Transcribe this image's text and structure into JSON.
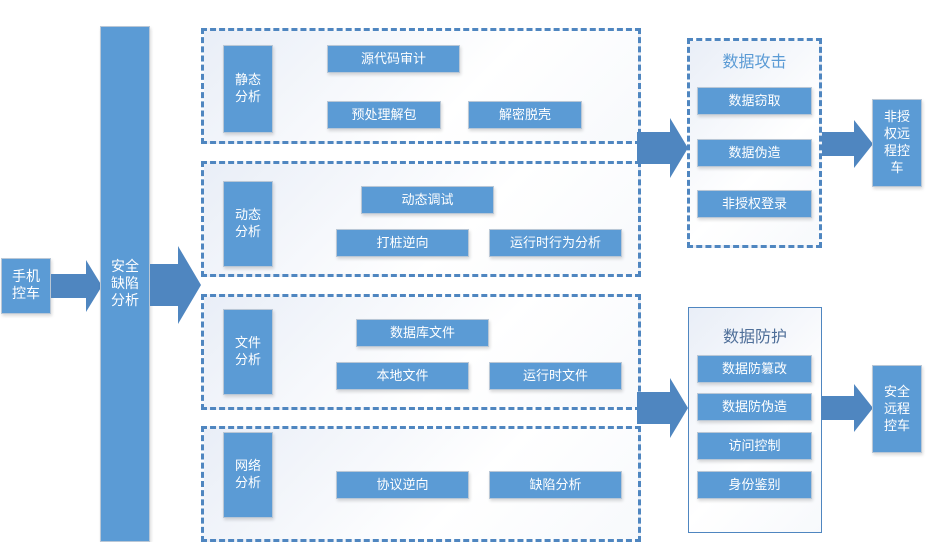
{
  "diagram": {
    "source": {
      "label": "手机\n控车"
    },
    "hub": {
      "label": "安全\n缺陷\n分析"
    },
    "analysis_groups": [
      {
        "category": "静态\n分析",
        "items": [
          "源代码审计",
          "预处理解包",
          "解密脱壳"
        ]
      },
      {
        "category": "动态\n分析",
        "items": [
          "动态调试",
          "打桩逆向",
          "运行时行为分析"
        ]
      },
      {
        "category": "文件\n分析",
        "items": [
          "数据库文件",
          "本地文件",
          "运行时文件"
        ]
      },
      {
        "category": "网络\n分析",
        "items": [
          "协议逆向",
          "缺陷分析"
        ]
      }
    ],
    "attack": {
      "title": "数据攻击",
      "items": [
        "数据窃取",
        "数据伪造",
        "非授权登录"
      ],
      "result": "非授\n权远\n程控\n车"
    },
    "protect": {
      "title": "数据防护",
      "items": [
        "数据防篡改",
        "数据防伪造",
        "访问控制",
        "身份鉴别"
      ],
      "result": "安全\n远程\n控车"
    },
    "colors": {
      "box": "#5b9bd5",
      "arrow": "#4f86c0",
      "border": "#4f86c0"
    }
  }
}
